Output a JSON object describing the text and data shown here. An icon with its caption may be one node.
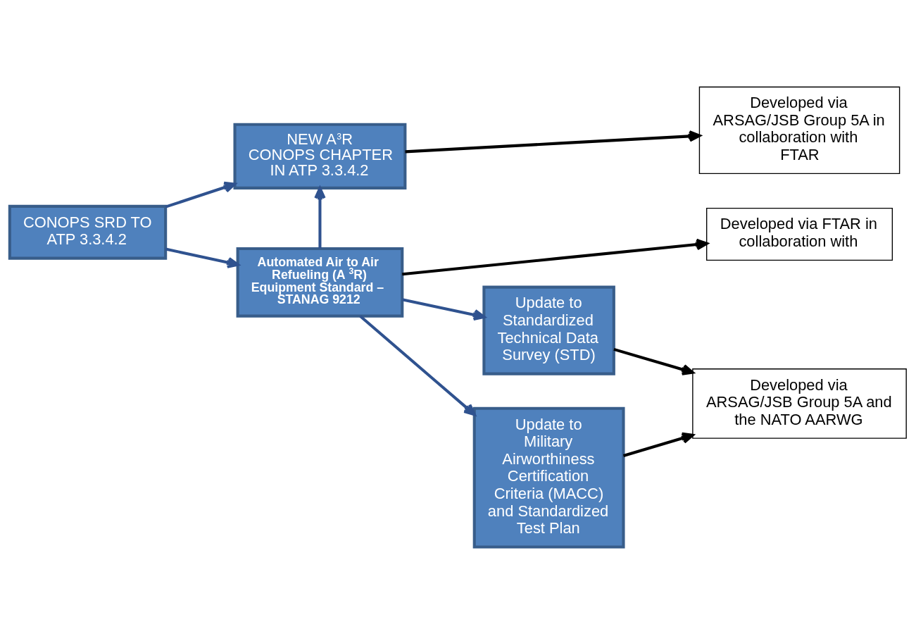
{
  "diagram": {
    "nodes": [
      {
        "text": [
          "CONOPS SRD TO ATP 3.3.4.2"
        ]
      },
      {
        "text": [
          "NEW A$^{3}$R CONOPS CHAPTER IN ATP 3.3.4.2"
        ]
      },
      {
        "text": [
          "Developed via ARSAG/JSB Group 5A in collaboration with FTAR"
        ]
      },
      {
        "text": [
          "Automated Air to Air Refueling (A$^{3}$R) Equipment Standard – STANAG 9212"
        ]
      },
      {
        "text": [
          "Developed via FTAR in collaboration with"
        ]
      },
      {
        "text": [
          "Update to Standardized Technical Data Survey (STD)"
        ]
      },
      {
        "text": [
          "Update to Military Airworthiness Certification Criteria (MACC) and Standardized Test Plan"
        ]
      },
      {
        "text": [
          "Developed via ARSAG/JSB Group 5A and the NATO AARWG"
        ]
      }
    ],
    "edges": [
      {
        "from": 0,
        "to": 1,
        "arrow": "to"
      },
      {
        "from": 0,
        "to": 3,
        "arrow": "to"
      },
      {
        "from": 3,
        "to": 1,
        "arrow": "to"
      },
      {
        "from": 1,
        "to": 2,
        "arrow": "to",
        "color": "#000000"
      },
      {
        "from": 3,
        "to": 4,
        "arrow": "to",
        "color": "#000000"
      },
      {
        "from": 3,
        "to": 5,
        "arrow": "to"
      },
      {
        "from": 3,
        "to": 6,
        "arrow": "to"
      },
      {
        "from": 5,
        "to": 7,
        "arrow": "to",
        "color": "#000000"
      },
      {
        "from": 6,
        "to": 7,
        "arrow": "to",
        "color": "#000000"
      }
    ]
  }
}
